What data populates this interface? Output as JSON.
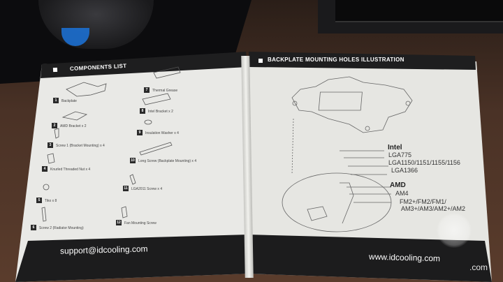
{
  "left_page": {
    "header": "COMPONENTS LIST",
    "footer_url": "support@idcooling.com",
    "items": [
      {
        "num": "1",
        "label": "Backplate"
      },
      {
        "num": "2",
        "label": "AMD Bracket   x 2"
      },
      {
        "num": "3",
        "label": "Screw 1 (Bracket Mounting)   x 4"
      },
      {
        "num": "4",
        "label": "Knurled Threaded Nut   x 4"
      },
      {
        "num": "5",
        "label": "Tiko   x 8"
      },
      {
        "num": "6",
        "label": "Screw 2 (Radiator Mounting)"
      },
      {
        "num": "7",
        "label": "Thermal Grease"
      },
      {
        "num": "8",
        "label": "Intel Bracket   x 2"
      },
      {
        "num": "9",
        "label": "Insulation Washer   x 4"
      },
      {
        "num": "10",
        "label": "Long Screw (Backplate Mounting)   x 4"
      },
      {
        "num": "11",
        "label": "LGA2011 Screw   x 4"
      },
      {
        "num": "12",
        "label": "Fan Mounting Screw"
      }
    ]
  },
  "right_page": {
    "header": "BACKPLATE MOUNTING HOLES ILLUSTRATION",
    "footer_url": "www.idcooling.com",
    "intel": {
      "title": "Intel",
      "sockets": [
        "LGA775",
        "LGA1150/1151/1155/1156",
        "LGA1366"
      ]
    },
    "amd": {
      "title": "AMD",
      "sockets": [
        "AM4",
        "FM2+/FM2/FM1/",
        "AM3+/AM3/AM2+/AM2"
      ]
    }
  },
  "watermark": {
    "text": ".com"
  },
  "colors": {
    "band": "#1e1e1f",
    "page": "#e9e9e6",
    "desk": "#4a3226",
    "mouse_accent": "#1c6fd0"
  }
}
